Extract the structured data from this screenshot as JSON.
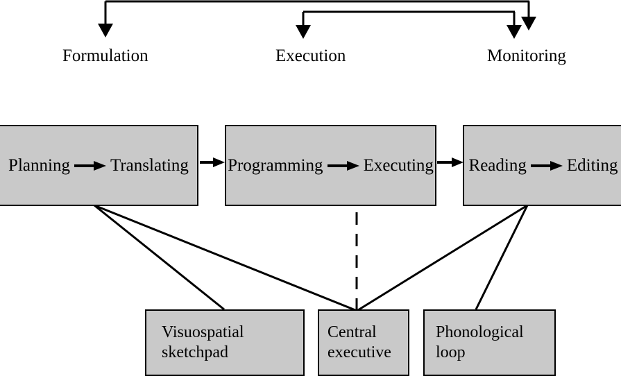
{
  "diagram": {
    "title": "Writing process model with phases, subprocesses and working memory components",
    "colors": {
      "box_fill": "#c9c9c9",
      "box_border": "#000000",
      "line": "#000000",
      "background": "#ffffff"
    },
    "phases": [
      {
        "id": "formulation",
        "label": "Formulation"
      },
      {
        "id": "execution",
        "label": "Execution"
      },
      {
        "id": "monitoring",
        "label": "Monitoring"
      }
    ],
    "process_boxes": [
      {
        "id": "formulation-box",
        "left_label": "Planning",
        "right_label": "Translating",
        "arrow": "right-arrow-icon"
      },
      {
        "id": "execution-box",
        "left_label": "Programming",
        "right_label": "Executing",
        "arrow": "right-arrow-icon"
      },
      {
        "id": "monitoring-box",
        "left_label": "Reading",
        "right_label": "Editing",
        "arrow": "right-arrow-icon"
      }
    ],
    "memory_boxes": [
      {
        "id": "visuospatial-sketchpad",
        "line1": "Visuospatial",
        "line2": "sketchpad"
      },
      {
        "id": "central-executive",
        "line1": "Central",
        "line2": "executive"
      },
      {
        "id": "phonological-loop",
        "line1": "Phonological",
        "line2": "loop"
      }
    ],
    "connectors": {
      "between_boxes": [
        "formulation-to-execution",
        "execution-to-monitoring"
      ],
      "links": [
        "formulation-box-to-visuospatial-sketchpad",
        "formulation-box-to-central-executive",
        "monitoring-box-to-central-executive",
        "monitoring-box-to-phonological-loop"
      ],
      "dashed": [
        "execution-box-to-central-executive"
      ]
    }
  }
}
